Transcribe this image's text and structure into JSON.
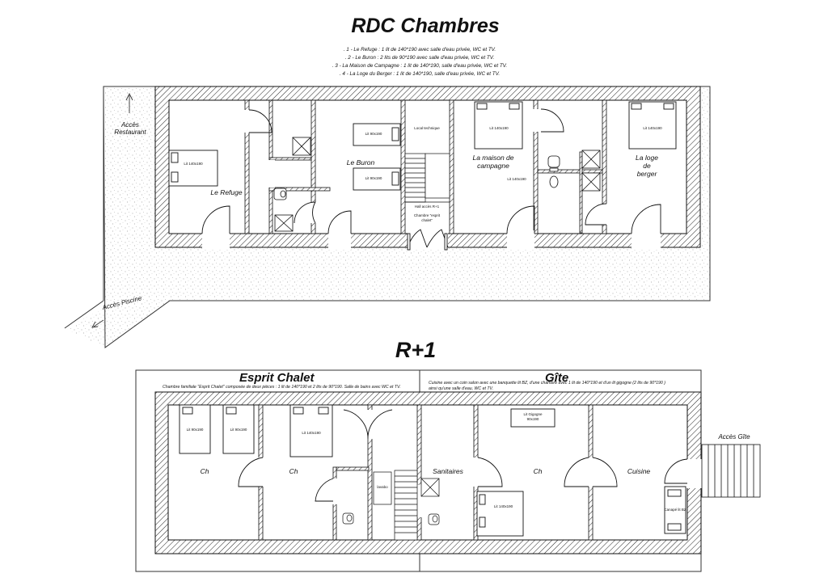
{
  "ground": {
    "title": "RDC Chambres",
    "legend": [
      ". 1 - Le Refuge : 1 lit de 140*190 avec salle d'eau privée, WC et  TV.",
      ". 2 - Le Buron : 2 lits de 90*190 avec salle d'eau privée, WC et TV.",
      ". 3 - La Maison de Campagne : 1 lit de 140*190, salle d'eau privée, WC et TV.",
      ". 4 - La Loge du Berger : 1 lit de 140*190, salle d'eau privée, WC et TV."
    ],
    "rooms": {
      "refuge": "Le Refuge",
      "buron": "Le Buron",
      "maison": [
        "La maison de",
        "campagne"
      ],
      "loge": [
        "La loge",
        "de",
        "berger"
      ]
    },
    "beds": {
      "refuge": "Lit 140x190",
      "buron1": "Lit 90x190",
      "buron2": "Lit 90x190",
      "maison1": "Lit 140x190",
      "maison2": "Lit 140x190",
      "loge": "Lit 140x190"
    },
    "labels": {
      "local": "Local technique",
      "hall": "Hall accès R+1",
      "chambre": [
        "Chambre \"esprit",
        "chalet\""
      ],
      "acces_restaurant": [
        "Accès",
        "Restaurant"
      ],
      "acces_piscine": "Accès Piscine"
    }
  },
  "upper": {
    "title": "R+1",
    "esprit_title": "Esprit Chalet",
    "esprit_note": "Chambre familiale \"Esprit Chalet\" composée de deux pièces : 1 lit de 140*190 et 2 lits de 90*190. Salle de bains avec WC et TV.",
    "gite_title": "Gîte",
    "gite_note": [
      "Cuisine avec un coin salon avec une banquette lit BZ, d'une chambre avec 1 lit de 140*190 et d'un lit gigogne (2 lits de 90*190 )",
      "ainsi qu'une salle d'eau, WC et TV."
    ],
    "rooms": {
      "ch1": "Ch",
      "ch2": "Ch",
      "sanitaires": "Sanitaires",
      "ch3": "Ch",
      "cuisine": "Cuisine"
    },
    "beds": {
      "a": "Lit 90x190",
      "b": "Lit 90x190",
      "c": "Lit 140x190",
      "gigogne": [
        "Lit Gigogne",
        "90x190"
      ],
      "d": "Lit 140x190",
      "canape": "Canapé lit BZ",
      "meuble": "lavabo"
    },
    "acces_gite": "Accès Gîte"
  }
}
